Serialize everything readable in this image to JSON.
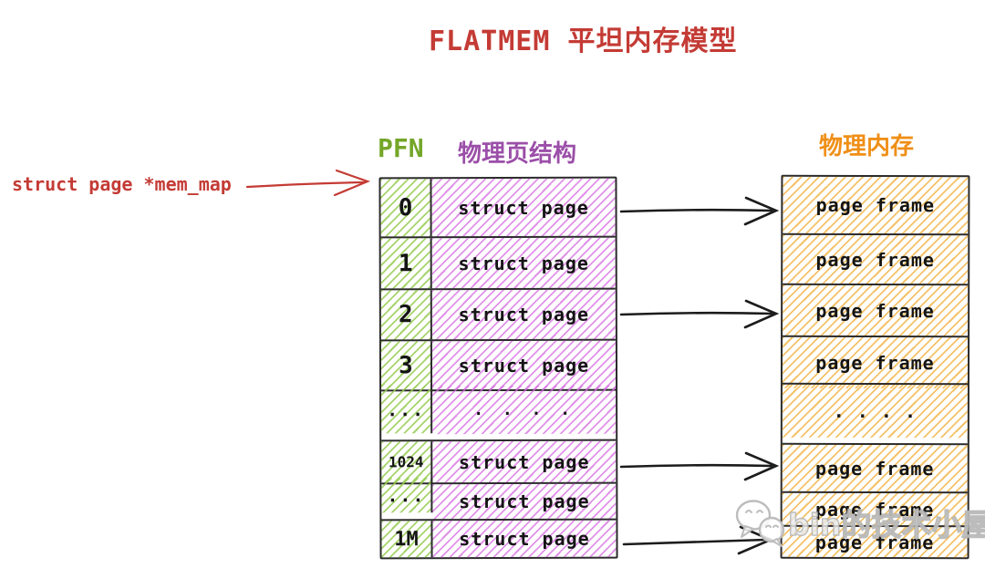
{
  "title": "FLATMEM  平坦内存模型",
  "mem_map_label": "struct page *mem_map",
  "labels": {
    "pfn": "PFN",
    "page_struct": "物理页结构",
    "physical_memory": "物理内存"
  },
  "left_table": {
    "rows": [
      {
        "pfn": "0",
        "cell": "struct page"
      },
      {
        "pfn": "1",
        "cell": "struct page"
      },
      {
        "pfn": "2",
        "cell": "struct page"
      },
      {
        "pfn": "3",
        "cell": "struct page"
      },
      {
        "pfn": "...",
        "cell": ". . . ."
      },
      {
        "pfn": "1024",
        "cell": "struct page"
      },
      {
        "pfn": "...",
        "cell": "struct page"
      },
      {
        "pfn": "1M",
        "cell": "struct page"
      }
    ]
  },
  "right_table": {
    "rows": [
      "page frame",
      "page frame",
      "page frame",
      "page frame",
      ". . . .",
      "page frame",
      "page frame",
      "page frame"
    ]
  },
  "watermark": {
    "text": "bin的技术小屋"
  },
  "colors": {
    "title_red": "#c43b35",
    "mem_map_red": "#c43b35",
    "pfn_green": "#74a629",
    "page_struct_purple": "#9b4fa8",
    "physical_memory_orange": "#ef8f17",
    "hatch_green": "#97cd53",
    "hatch_purple": "#d56ee0",
    "hatch_orange": "#f2b850",
    "arrow_black": "#1c1c1c",
    "border_black": "#2b2b2b"
  }
}
